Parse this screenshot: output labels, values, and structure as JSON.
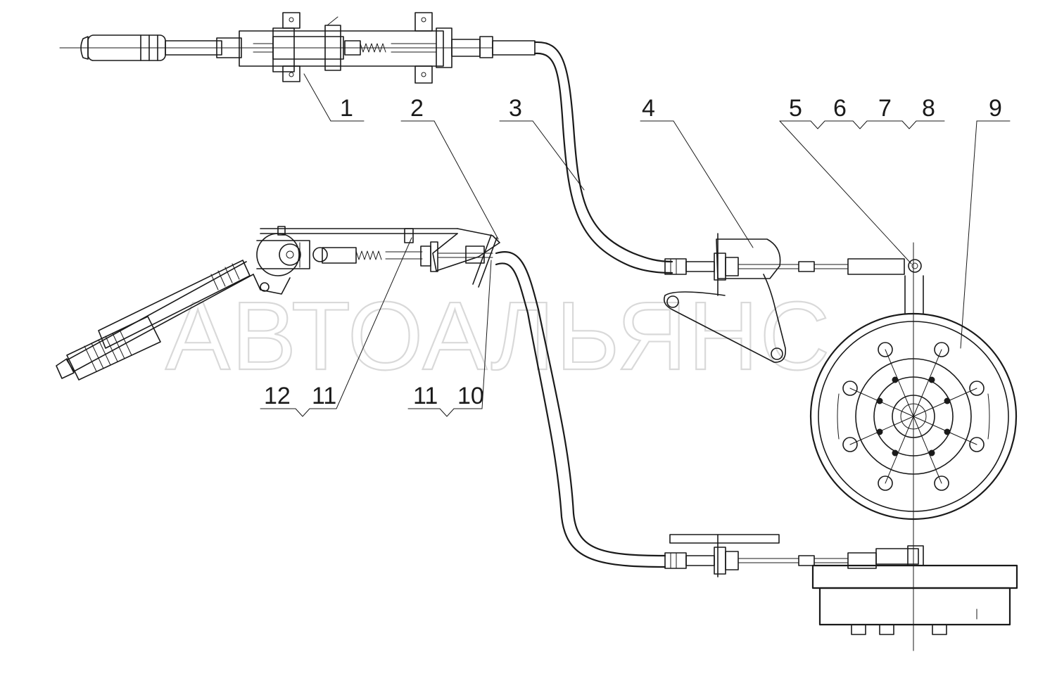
{
  "watermark": "АВТОАЛЬЯНС",
  "callouts": {
    "c1": "1",
    "c2": "2",
    "c3": "3",
    "c4": "4",
    "c5": "5",
    "c6": "6",
    "c7": "7",
    "c8": "8",
    "c9": "9",
    "c12": "12",
    "c11a": "11",
    "c11b": "11",
    "c10": "10"
  }
}
